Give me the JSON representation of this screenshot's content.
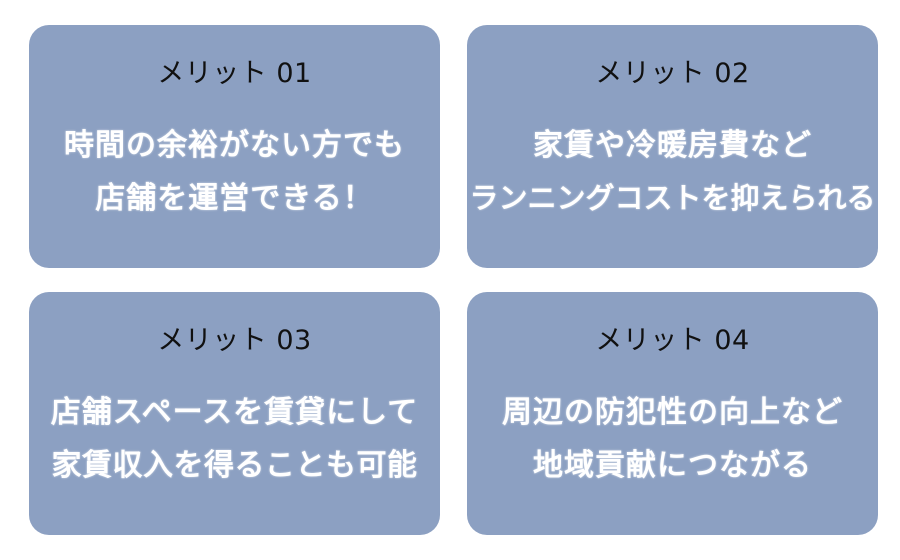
{
  "cards": [
    {
      "label": "メリット 01",
      "lines": [
        "時間の余裕がない方でも",
        "店舗を運営できる！"
      ]
    },
    {
      "label": "メリット 02",
      "lines": [
        "家賃や冷暖房費など",
        "ランニングコストを抑えられる"
      ]
    },
    {
      "label": "メリット 03",
      "lines": [
        "店舗スペースを賃貸にして",
        "家賃収入を得ることも可能"
      ]
    },
    {
      "label": "メリット 04",
      "lines": [
        "周辺の防犯性の向上など",
        "地域貢献につながる"
      ]
    }
  ],
  "colors": {
    "card_background": "#8ca0c2",
    "label_text": "#111111",
    "body_text": "#ffffff",
    "page_background": "#ffffff"
  }
}
